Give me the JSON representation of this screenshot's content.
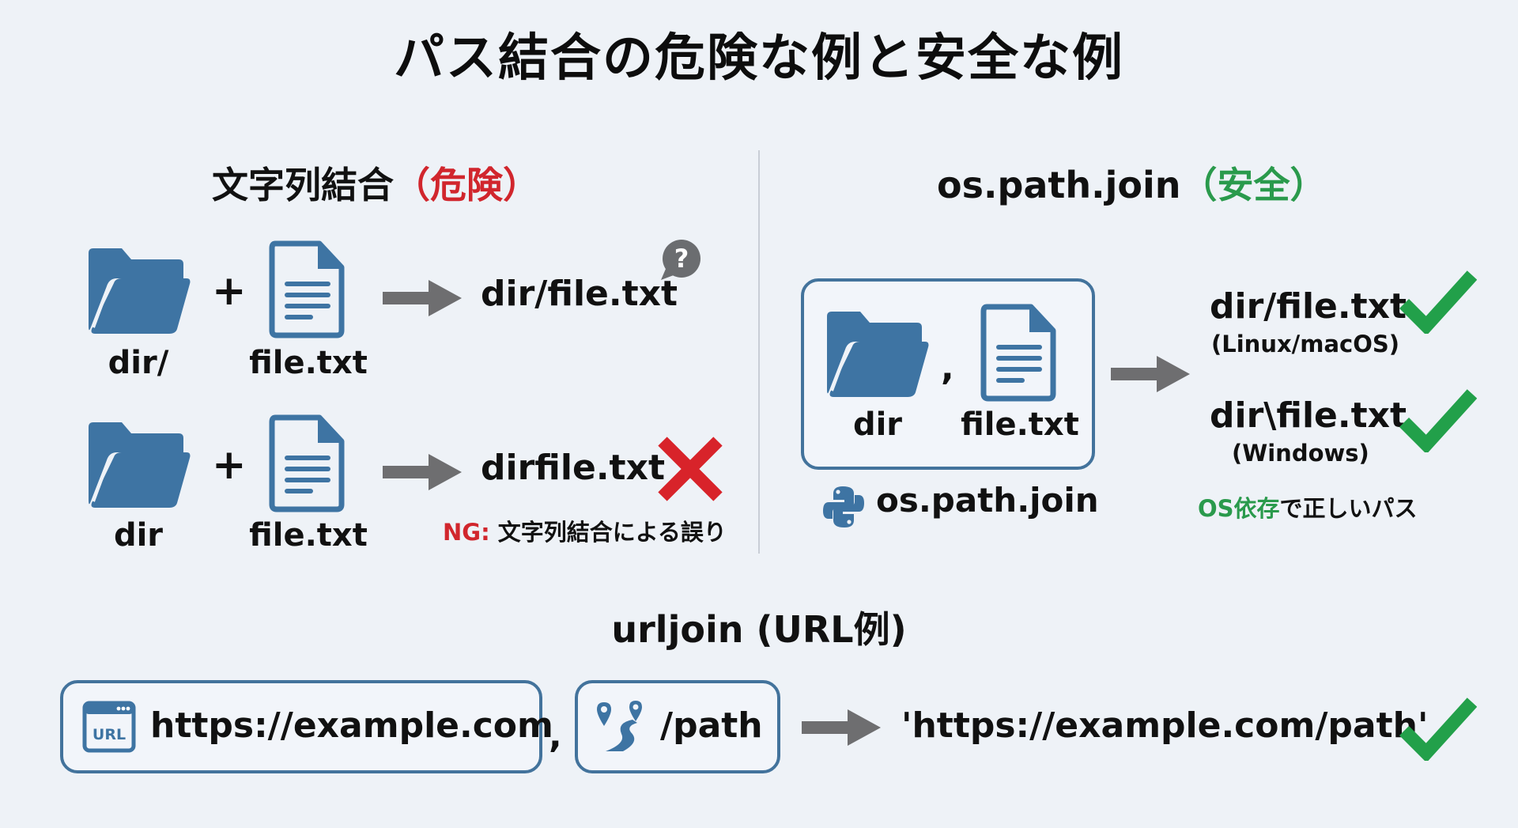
{
  "title": "パス結合の危険な例と安全な例",
  "colors": {
    "background": "#eef2f7",
    "icon_blue": "#3e74a3",
    "arrow_gray": "#6e6e70",
    "danger_red": "#d1262d",
    "safe_green": "#2a9a4c",
    "text": "#111111"
  },
  "left_section": {
    "heading": "文字列結合",
    "heading_tag": "（危険）",
    "rows": [
      {
        "folder_label": "dir/",
        "operator": "+",
        "file_label": "file.txt",
        "result": "dir/file.txt",
        "marker_icon": "question-bubble-icon"
      },
      {
        "folder_label": "dir",
        "operator": "+",
        "file_label": "file.txt",
        "result": "dirfile.txt",
        "marker_icon": "cross-icon"
      }
    ],
    "error_note_prefix": "NG:",
    "error_note": " 文字列結合による誤り"
  },
  "right_section": {
    "heading": "os.path.join",
    "heading_tag": "（安全）",
    "input_folder_label": "dir",
    "separator": ",",
    "input_file_label": "file.txt",
    "function_label": "os.path.join",
    "function_icon": "python-logo-icon",
    "results": [
      {
        "path": "dir/file.txt",
        "os": "(Linux/macOS)",
        "icon": "checkmark-icon"
      },
      {
        "path": "dir\\file.txt",
        "os": "(Windows)",
        "icon": "checkmark-icon"
      }
    ],
    "summary_highlight": "OS依存",
    "summary_rest": "で正しいパス"
  },
  "url_section": {
    "heading": "urljoin (URL例)",
    "base_url": "https://example.com",
    "base_icon_text": "URL",
    "separator": ",",
    "path": "/path",
    "result": "'https://example.com/path'"
  }
}
